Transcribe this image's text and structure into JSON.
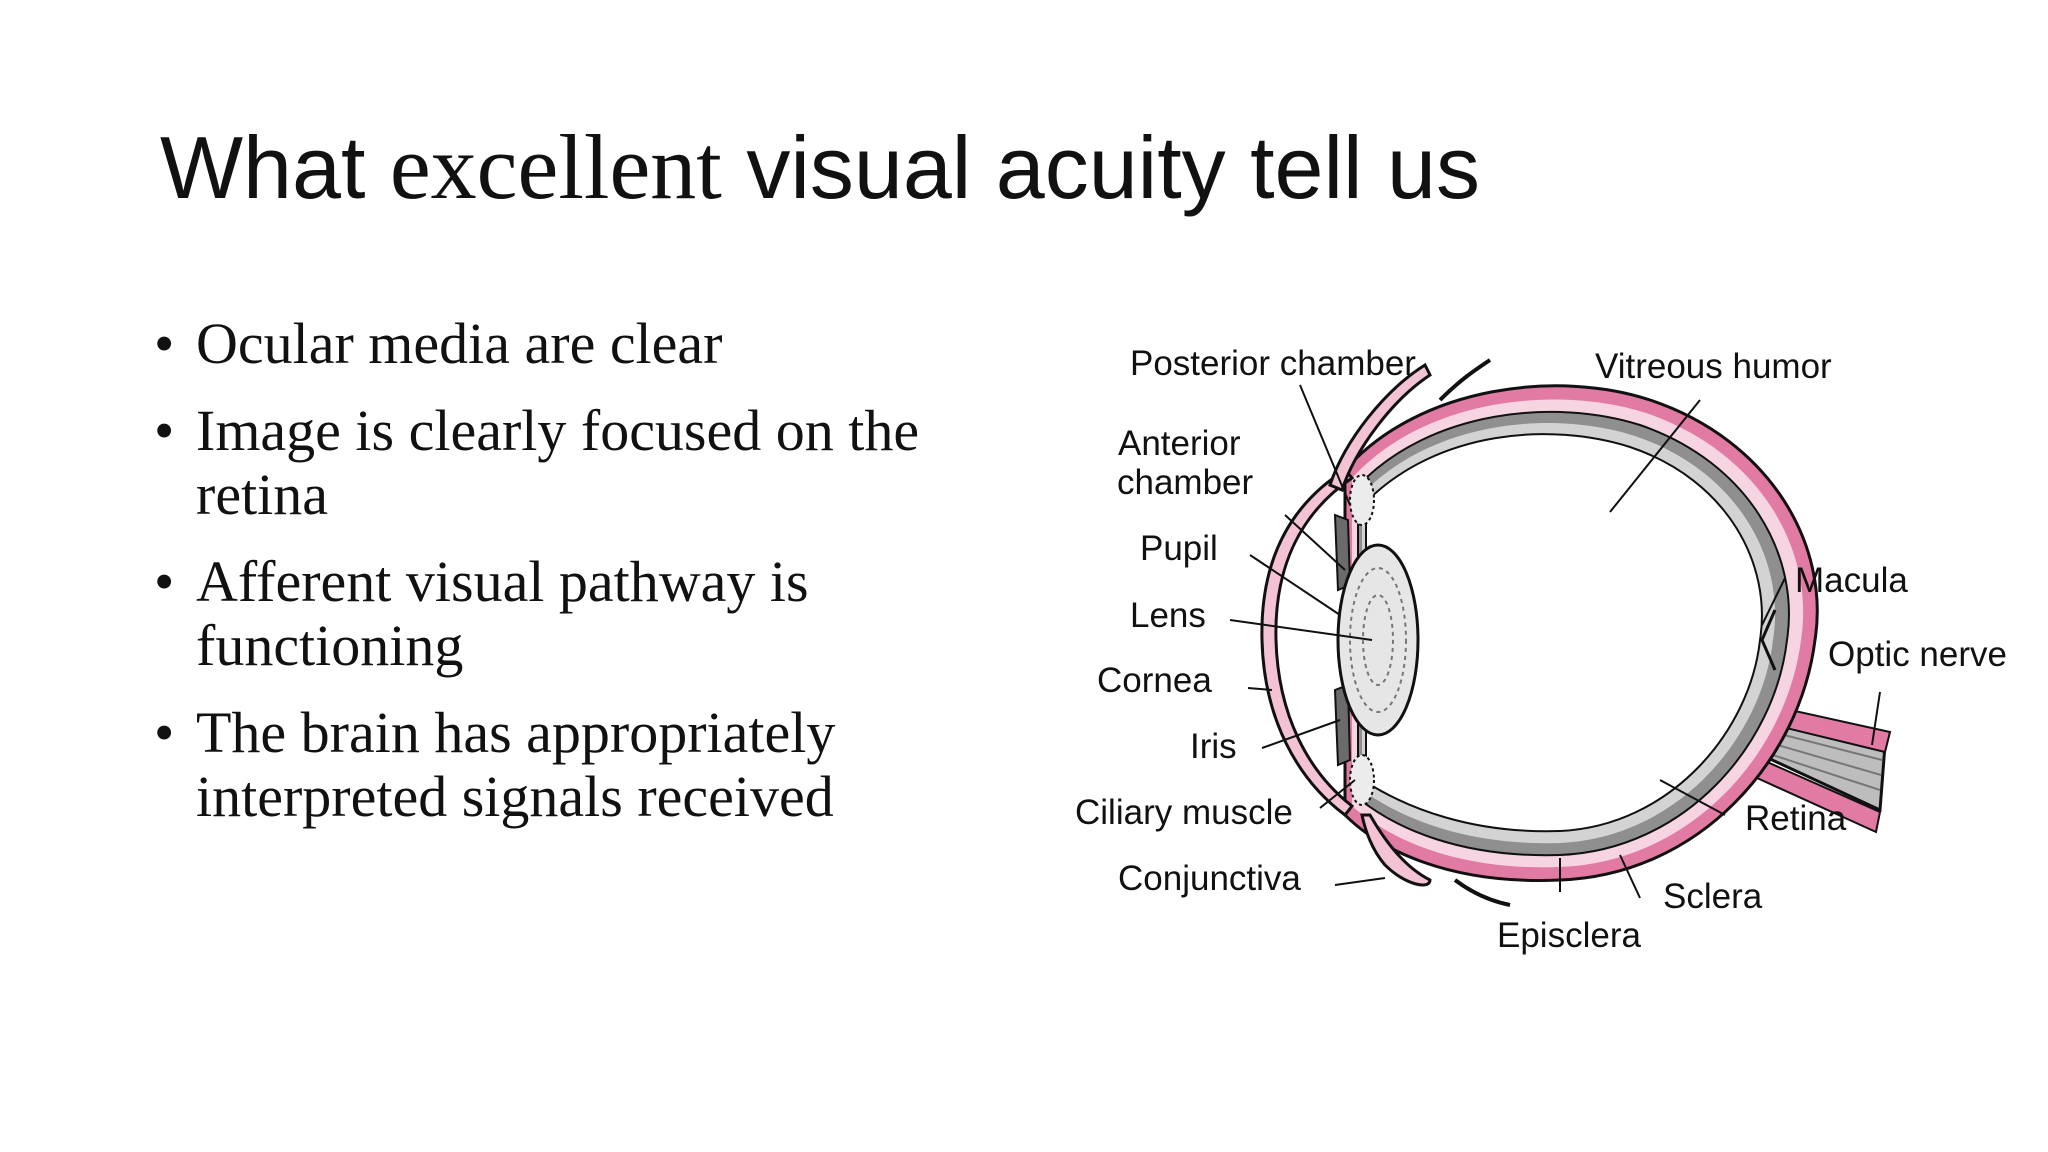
{
  "slide": {
    "title": {
      "before": "What ",
      "emphasis": "excellent",
      "after": " visual acuity tell us"
    },
    "bullets": [
      "Ocular media are clear",
      "Image is clearly focused on the retina",
      "Afferent visual pathway is functioning",
      "The brain has appropriately interpreted signals received"
    ],
    "bullet_symbol": "•"
  },
  "diagram": {
    "labels": {
      "posterior_chamber": "Posterior chamber",
      "vitreous_humor": "Vitreous humor",
      "anterior_chamber_1": "Anterior",
      "anterior_chamber_2": "chamber",
      "pupil": "Pupil",
      "lens": "Lens",
      "cornea": "Cornea",
      "iris": "Iris",
      "ciliary_muscle": "Ciliary muscle",
      "conjunctiva": "Conjunctiva",
      "episclera": "Episclera",
      "sclera": "Sclera",
      "retina": "Retina",
      "macula": "Macula",
      "optic_nerve": "Optic nerve"
    },
    "colors": {
      "sclera": "#e27ba3",
      "sclera_light": "#f6d4e1",
      "choroid": "#7a7a7a",
      "choroid_light": "#c9c9c9",
      "lens_fill": "#e6e6e6",
      "outline": "#111111"
    }
  }
}
